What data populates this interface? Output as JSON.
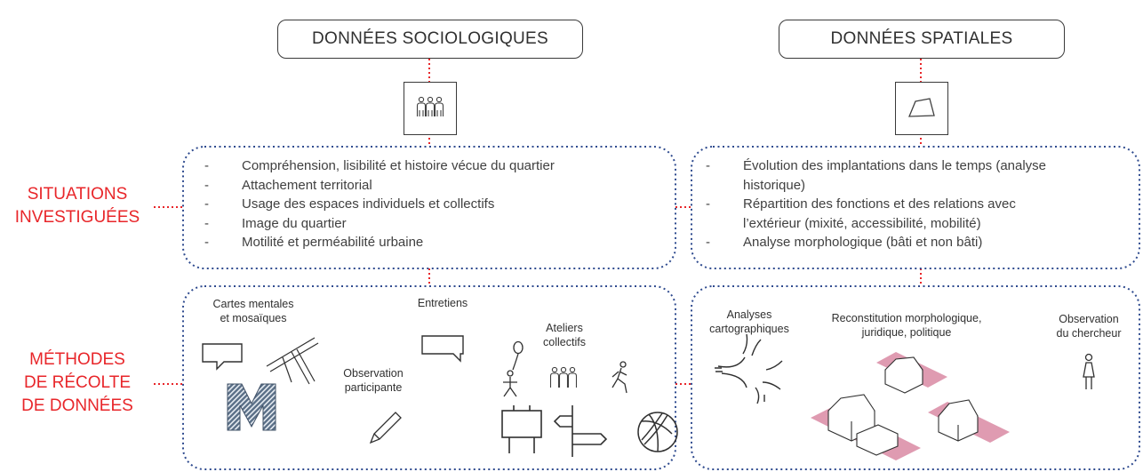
{
  "headers": {
    "sociological": "DONNÉES SOCIOLOGIQUES",
    "spatial": "DONNÉES SPATIALES"
  },
  "icons": {
    "sociological": "people-group-icon",
    "spatial": "quadrilateral-shape-icon"
  },
  "row_labels": {
    "situations": [
      "SITUATIONS",
      "INVESTIGUÉES"
    ],
    "methods": [
      "MÉTHODES",
      "DE RÉCOLTE",
      "DE DONNÉES"
    ]
  },
  "situations": {
    "sociological": [
      "Compréhension, lisibilité et histoire vécue du quartier",
      "Attachement territorial",
      "Usage des espaces individuels et collectifs",
      "Image du quartier",
      "Motilité et perméabilité urbaine"
    ],
    "spatial": [
      [
        "Évolution des implantations dans le temps (analyse",
        "historique)"
      ],
      [
        "Répartition des fonctions et des relations avec",
        "l’extérieur (mixité, accessibilité, mobilité)"
      ],
      [
        "Analyse morphologique (bâti et non bâti)"
      ]
    ]
  },
  "methods": {
    "sociological": {
      "mental_maps": [
        "Cartes mentales",
        "et mosaïques"
      ],
      "interviews": "Entretiens",
      "participant_observation": [
        "Observation",
        "participante"
      ],
      "workshops": [
        "Ateliers",
        "collectifs"
      ]
    },
    "spatial": {
      "cartographic": [
        "Analyses",
        "cartographiques"
      ],
      "reconstitution": [
        "Reconstitution morphologique,",
        "juridique, politique"
      ],
      "observer": [
        "Observation",
        "du chercheur"
      ]
    }
  },
  "colors": {
    "accent_red": "#e8262a",
    "dotted_blue": "#2f4b8f",
    "text": "#404040",
    "building_pink": "#d98aa3"
  }
}
